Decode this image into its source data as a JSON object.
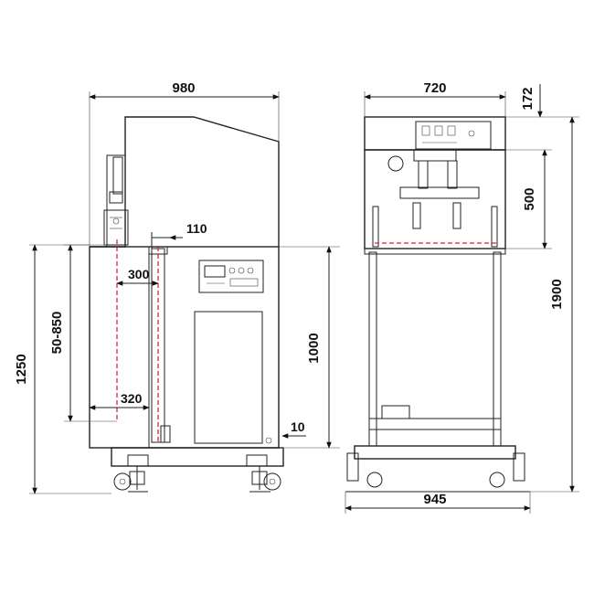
{
  "dimensions": {
    "side_width": "980",
    "front_width": "720",
    "top_panel": "172",
    "chamber_height": "500",
    "total_height": "1900",
    "base_width": "945",
    "table_height": "1000",
    "overall_height": "1250",
    "adjust_range": "50-850",
    "column_gap": "110",
    "reach": "300",
    "depth": "320",
    "offset": "10"
  },
  "colors": {
    "line": "#222222",
    "accent": "#dd2233",
    "fill": "#ffffff"
  }
}
